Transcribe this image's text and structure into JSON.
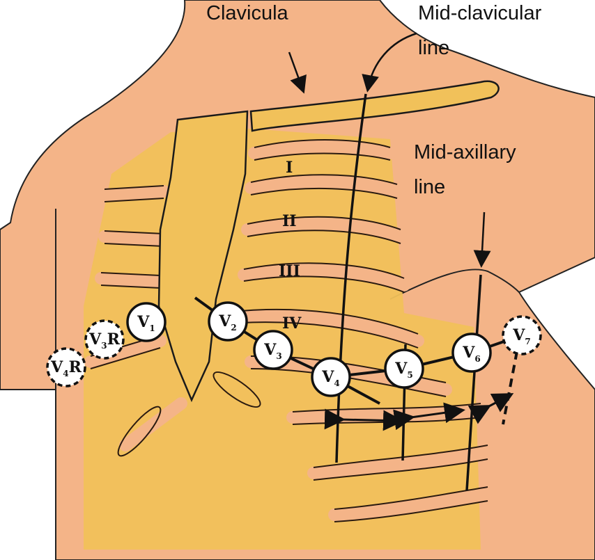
{
  "labels": {
    "clavicula": "Clavicula",
    "mid_clavicular_1": "Mid-clavicular",
    "mid_clavicular_2": "line",
    "mid_axillary_1": "Mid-axillary",
    "mid_axillary_2": "line"
  },
  "intercostal_spaces": [
    "I",
    "II",
    "III",
    "IV"
  ],
  "electrodes": [
    {
      "main": "V",
      "sub": "1",
      "suffix": ""
    },
    {
      "main": "V",
      "sub": "2",
      "suffix": ""
    },
    {
      "main": "V",
      "sub": "3",
      "suffix": ""
    },
    {
      "main": "V",
      "sub": "4",
      "suffix": ""
    },
    {
      "main": "V",
      "sub": "5",
      "suffix": ""
    },
    {
      "main": "V",
      "sub": "6",
      "suffix": ""
    },
    {
      "main": "V",
      "sub": "7",
      "suffix": ""
    },
    {
      "main": "V",
      "sub": "3",
      "suffix": "R"
    },
    {
      "main": "V",
      "sub": "4",
      "suffix": "R"
    }
  ],
  "colors": {
    "skin": "#F4B488",
    "bone": "#F1C15A",
    "outline": "#1a1a1a"
  }
}
